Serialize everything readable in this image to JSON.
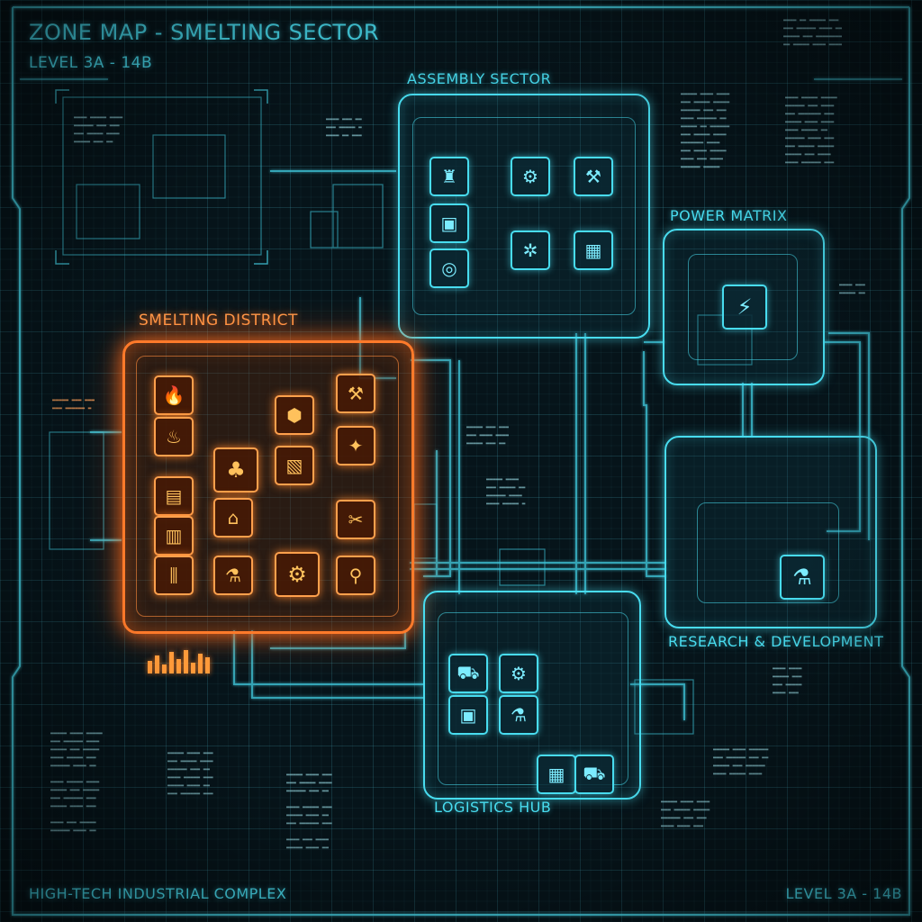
{
  "header": {
    "title": "ZONE MAP - SMELTING SECTOR",
    "level": "LEVEL 3A - 14B"
  },
  "footer": {
    "left": "HIGH-TECH INDUSTRIAL COMPLEX",
    "right": "LEVEL 3A - 14B"
  },
  "zones": {
    "assembly": {
      "label": "ASSEMBLY SECTOR"
    },
    "power": {
      "label": "POWER MATRIX"
    },
    "smelting": {
      "label": "SMELTING DISTRICT",
      "status": "selected"
    },
    "research": {
      "label": "RESEARCH & DEVELOPMENT"
    },
    "logistics": {
      "label": "LOGISTICS HUB"
    }
  },
  "icons": {
    "assembly": [
      "robot-arm-icon",
      "gear-chip-icon",
      "drill-tool-icon",
      "machine-icon",
      "cogs-icon",
      "circuit-board-icon",
      "ring-gear-icon"
    ],
    "smelting": [
      "fire-icon",
      "crucible-icon",
      "furnace-icon",
      "forge-icon",
      "molten-pour-icon",
      "anvil-icon",
      "factory-icon",
      "kiln-icon",
      "ingot-mold-icon",
      "welder-icon",
      "grinder-icon",
      "pipes-icon",
      "press-icon",
      "reactor-icon",
      "conveyor-icon",
      "ladle-icon"
    ],
    "power": [
      "lightning-icon"
    ],
    "research": [
      "flask-gauge-icon"
    ],
    "logistics": [
      "truck-icon",
      "forklift-icon",
      "container-icon",
      "flask-icon",
      "crate-icon",
      "cargo-icon"
    ]
  },
  "colors": {
    "accent": "#48dcef",
    "highlight": "#ff7a2a",
    "background": "#06141a"
  }
}
